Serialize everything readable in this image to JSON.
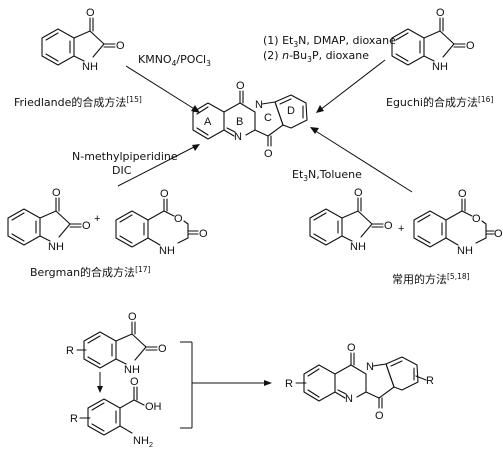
{
  "labels": {
    "conditions_top": {
      "reagent": "KMNO",
      "reagent_sub1": "4",
      "reagent_mid": "/POCl",
      "reagent_sub2": "3"
    },
    "conditions_eguchi": {
      "line1_a": "(1) Et",
      "line1_sub": "3",
      "line1_b": "N, DMAP, dioxane",
      "line2_a": "(2) ",
      "line2_italic": "n",
      "line2_b": "-Bu",
      "line2_sub": "3",
      "line2_c": "P, dioxane"
    },
    "friedlande": {
      "text": "Friedlande的合成方法",
      "ref": "[15]"
    },
    "eguchi": {
      "text": "Eguchi的合成方法",
      "ref": "[16]"
    },
    "bergman_reagents": {
      "line1": "N-methylpiperidine",
      "line2": "DIC"
    },
    "common_reagents": {
      "a": "Et",
      "sub": "3",
      "b": "N,Toluene"
    },
    "bergman": {
      "text": "Bergman的合成方法",
      "ref": "[17]"
    },
    "common": {
      "text": "常用的方法",
      "ref": "[5,18]"
    },
    "ring_labels": [
      "A",
      "B",
      "C",
      "D"
    ],
    "plus": "+",
    "atoms": {
      "O": "O",
      "N": "N",
      "NH": "NH",
      "OH": "OH",
      "NH2": "NH",
      "NH2_sub": "2",
      "R": "R"
    }
  }
}
